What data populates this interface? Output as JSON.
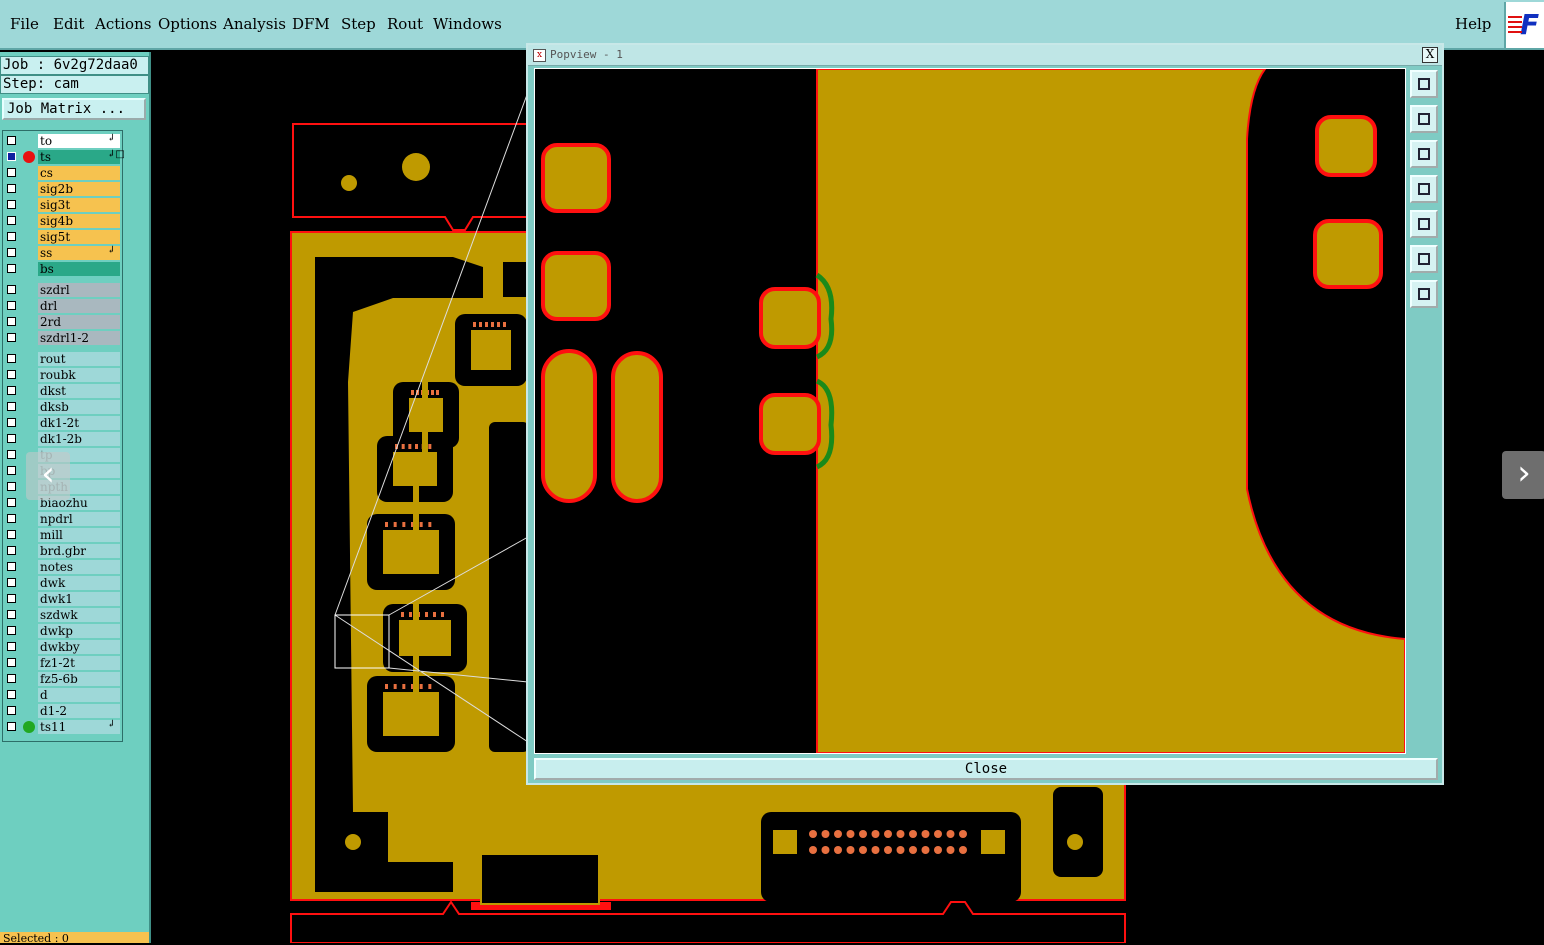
{
  "menubar": {
    "items": [
      {
        "label": "File",
        "x_ul": "F"
      },
      {
        "label": "Edit"
      },
      {
        "label": "Actions"
      },
      {
        "label": "Options"
      },
      {
        "label": "Analysis"
      },
      {
        "label": "DFM"
      },
      {
        "label": "Step"
      },
      {
        "label": "Rout"
      },
      {
        "label": "Windows"
      }
    ],
    "help": "Help",
    "logo": "F"
  },
  "job": {
    "label": "Job : 6v2g72daa0",
    "step": "Step: cam",
    "matrix_button": "Job Matrix ..."
  },
  "layers": [
    {
      "name": "to",
      "color": "#ffffff",
      "dot": "",
      "flag": "↲"
    },
    {
      "name": "ts",
      "color": "#2aa888",
      "dot": "#e81010",
      "flag": "↲□",
      "active": true
    },
    {
      "name": "cs",
      "color": "#f6c24f"
    },
    {
      "name": "sig2b",
      "color": "#f6c24f"
    },
    {
      "name": "sig3t",
      "color": "#f6c24f"
    },
    {
      "name": "sig4b",
      "color": "#f6c24f"
    },
    {
      "name": "sig5t",
      "color": "#f6c24f"
    },
    {
      "name": "ss",
      "color": "#f6c24f",
      "flag": "↲"
    },
    {
      "name": "bs",
      "color": "#2aa888"
    },
    {
      "name": "szdrl",
      "color": "#a9b8bf"
    },
    {
      "name": "drl",
      "color": "#a9b8bf"
    },
    {
      "name": "2rd",
      "color": "#a9b8bf"
    },
    {
      "name": "szdrl1-2",
      "color": "#a9b8bf"
    },
    {
      "name": "rout",
      "color": "#9ed8d8"
    },
    {
      "name": "roubk",
      "color": "#9ed8d8"
    },
    {
      "name": "dkst",
      "color": "#9ed8d8"
    },
    {
      "name": "dksb",
      "color": "#9ed8d8"
    },
    {
      "name": "dk1-2t",
      "color": "#9ed8d8"
    },
    {
      "name": "dk1-2b",
      "color": "#9ed8d8"
    },
    {
      "name": "tp",
      "color": "#9ed8d8"
    },
    {
      "name": "bp",
      "color": "#9ed8d8"
    },
    {
      "name": "npth",
      "color": "#9ed8d8"
    },
    {
      "name": "biaozhu",
      "color": "#9ed8d8"
    },
    {
      "name": "npdrl",
      "color": "#9ed8d8"
    },
    {
      "name": "mill",
      "color": "#9ed8d8"
    },
    {
      "name": "brd.gbr",
      "color": "#9ed8d8"
    },
    {
      "name": "notes",
      "color": "#9ed8d8"
    },
    {
      "name": "dwk",
      "color": "#9ed8d8"
    },
    {
      "name": "dwk1",
      "color": "#9ed8d8"
    },
    {
      "name": "szdwk",
      "color": "#9ed8d8"
    },
    {
      "name": "dwkp",
      "color": "#9ed8d8"
    },
    {
      "name": "dwkby",
      "color": "#9ed8d8"
    },
    {
      "name": "fz1-2t",
      "color": "#9ed8d8"
    },
    {
      "name": "fz5-6b",
      "color": "#9ed8d8"
    },
    {
      "name": "d",
      "color": "#9ed8d8"
    },
    {
      "name": "d1-2",
      "color": "#9ed8d8"
    },
    {
      "name": "ts11",
      "color": "#9ed8d8",
      "dot": "#22a822",
      "flag": "↲"
    }
  ],
  "selected": "Selected : 0",
  "popview": {
    "title": "Popview - 1",
    "close_label": "Close",
    "close_x": "X"
  },
  "nav": {
    "prev": "‹",
    "next": "›"
  },
  "colors": {
    "copper": "#bf9a00",
    "outline": "#ff1010",
    "mask": "#1a8a1a",
    "background": "#000000",
    "panel": "#6ecfc0"
  }
}
